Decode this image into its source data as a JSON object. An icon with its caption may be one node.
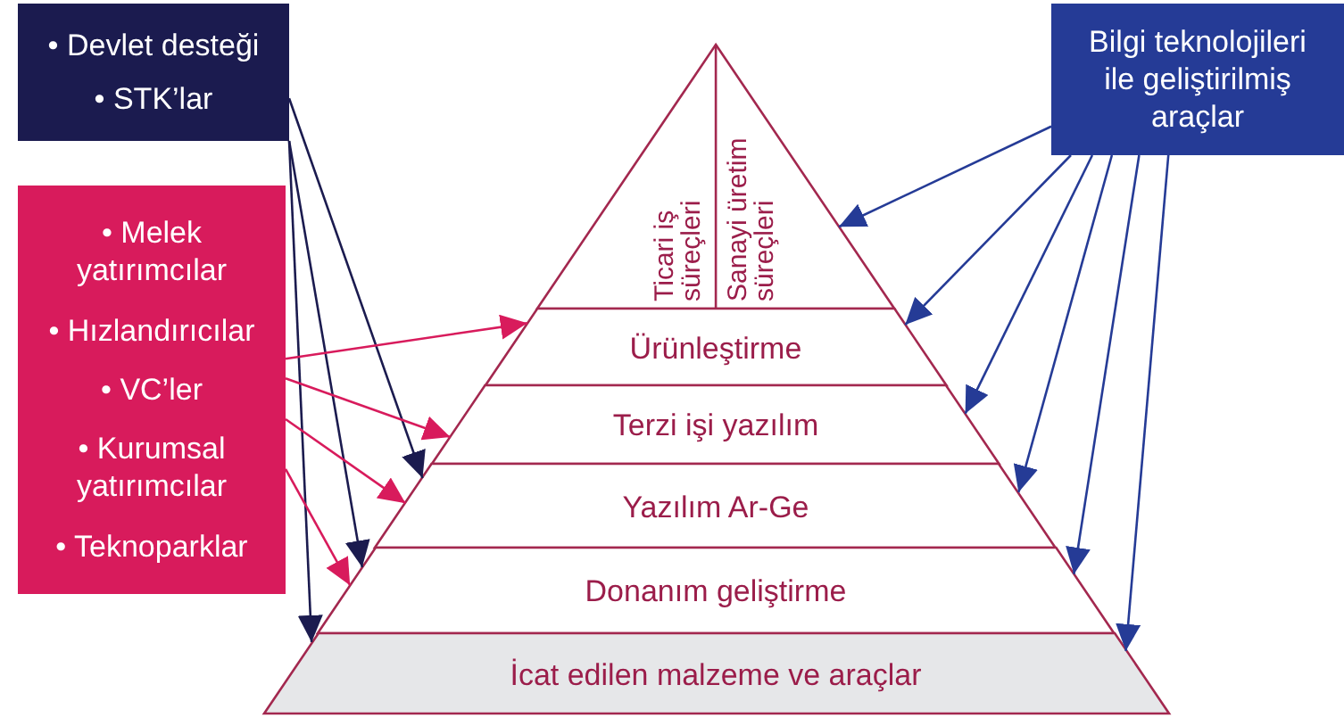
{
  "diagram": {
    "nodes": [
      {
        "text": [
          "• Devlet desteği",
          "• STK’lar"
        ]
      },
      {
        "text": [
          "• Melek yatırımcılar",
          "• Hızlandırıcılar",
          "• VC’ler",
          "• Kurumsal yatırımcılar",
          "• Teknoparklar"
        ]
      },
      {
        "text": [
          "Bilgi teknolojileri ile geliştirilmiş araçlar"
        ]
      },
      {
        "text": [
          "Ticari iş süreçleri",
          "Sanayi üretim süreçleri"
        ]
      },
      {
        "text": [
          "Ürünleştirme"
        ]
      },
      {
        "text": [
          "Terzi işi yazılım"
        ]
      },
      {
        "text": [
          "Yazılım Ar-Ge"
        ]
      },
      {
        "text": [
          "Donanım geliştirme"
        ]
      },
      {
        "text": [
          "İcat edilen malzeme ve araçlar"
        ]
      }
    ],
    "edges": [
      {
        "from": 0,
        "to": 6,
        "arrow": "to",
        "color": "#1b1b4f"
      },
      {
        "from": 0,
        "to": 7,
        "arrow": "to",
        "color": "#1b1b4f"
      },
      {
        "from": 0,
        "to": 8,
        "arrow": "to",
        "color": "#1b1b4f"
      },
      {
        "from": 1,
        "to": 4,
        "arrow": "to",
        "color": "#d81b5c"
      },
      {
        "from": 1,
        "to": 5,
        "arrow": "to",
        "color": "#d81b5c"
      },
      {
        "from": 1,
        "to": 6,
        "arrow": "to",
        "color": "#d81b5c"
      },
      {
        "from": 1,
        "to": 7,
        "arrow": "to",
        "color": "#d81b5c"
      },
      {
        "from": 2,
        "to": 3,
        "arrow": "to"
      },
      {
        "from": 2,
        "to": 4,
        "arrow": "to"
      },
      {
        "from": 2,
        "to": 5,
        "arrow": "to"
      },
      {
        "from": 2,
        "to": 6,
        "arrow": "to"
      },
      {
        "from": 2,
        "to": 7,
        "arrow": "to"
      },
      {
        "from": 2,
        "to": 8,
        "arrow": "to"
      }
    ]
  }
}
